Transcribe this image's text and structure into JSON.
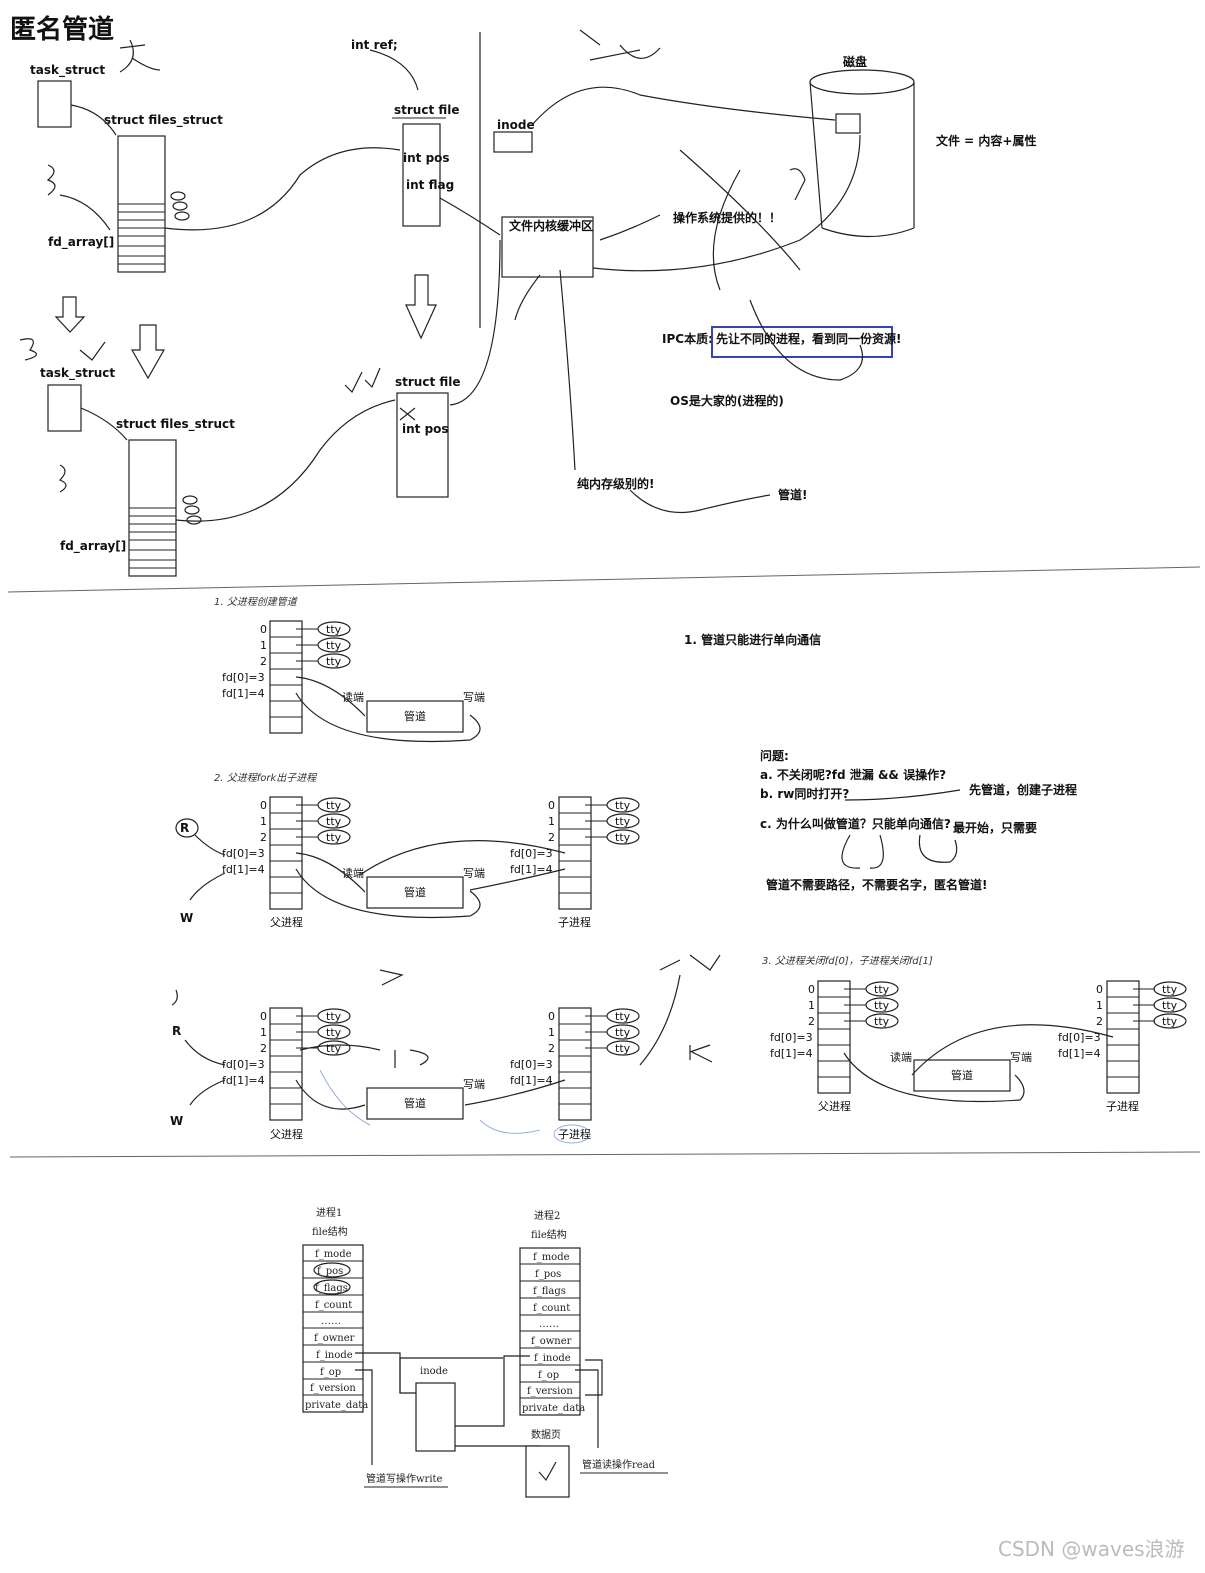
{
  "title": "匿名管道",
  "watermark": "CSDN @waves浪游",
  "section1": {
    "task_struct": "task_struct",
    "files_struct": "struct files_struct",
    "fd_array": "fd_array[]",
    "int_ref": "int ref;",
    "struct_file": "struct file",
    "int_pos": "int pos",
    "int_flag": "int flag",
    "inode": "inode",
    "disk": "磁盘",
    "file_def": "文件 = 内容+属性",
    "kernel_buffer": "文件内核缓冲区",
    "os_provided": "操作系统提供的！！",
    "ipc_label": "IPC本质:",
    "ipc_text": "先让不同的进程，看到同一份资源!",
    "os_shared": "OS是大家的(进程的)",
    "memory_level": "纯内存级别的!",
    "pipe": "管道!",
    "task_struct2": "task_struct",
    "files_struct2": "struct files_struct",
    "fd_array2": "fd_array[]",
    "struct_file2": "struct file",
    "int_pos2": "int pos"
  },
  "section2": {
    "step1_caption": "1. 父进程创建管道",
    "step2_caption": "2. 父进程fork出子进程",
    "step3_caption": "3. 父进程关闭fd[0]，子进程关闭fd[1]",
    "fd_labels": [
      "0",
      "1",
      "2",
      "fd[0]=3",
      "fd[1]=4"
    ],
    "tty": "tty",
    "read_end": "读端",
    "write_end": "写端",
    "pipe_box": "管道",
    "parent": "父进程",
    "child": "子进程",
    "note1": "1. 管道只能进行单向通信",
    "question_title": "问题:",
    "question_a": "a. 不关闭呢?fd 泄漏 && 误操作?",
    "question_b": "b. rw同时打开?",
    "question_c": "c. 为什么叫做管道？只能单向通信?",
    "answer_b": "先管道，创建子进程",
    "answer_c": "最开始，只需要",
    "summary": "管道不需要路径，不需要名字，匿名管道!",
    "hand_R": "R",
    "hand_W": "W"
  },
  "section3": {
    "proc1": "进程1",
    "proc2": "进程2",
    "file_struct": "file结构",
    "fields": [
      "f_mode",
      "f_pos",
      "f_flags",
      "f_count",
      "……",
      "f_owner",
      "f_inode",
      "f_op",
      "f_version",
      "private_data"
    ],
    "inode": "inode",
    "data_page": "数据页",
    "write_op": "管道写操作write",
    "read_op": "管道读操作read"
  }
}
